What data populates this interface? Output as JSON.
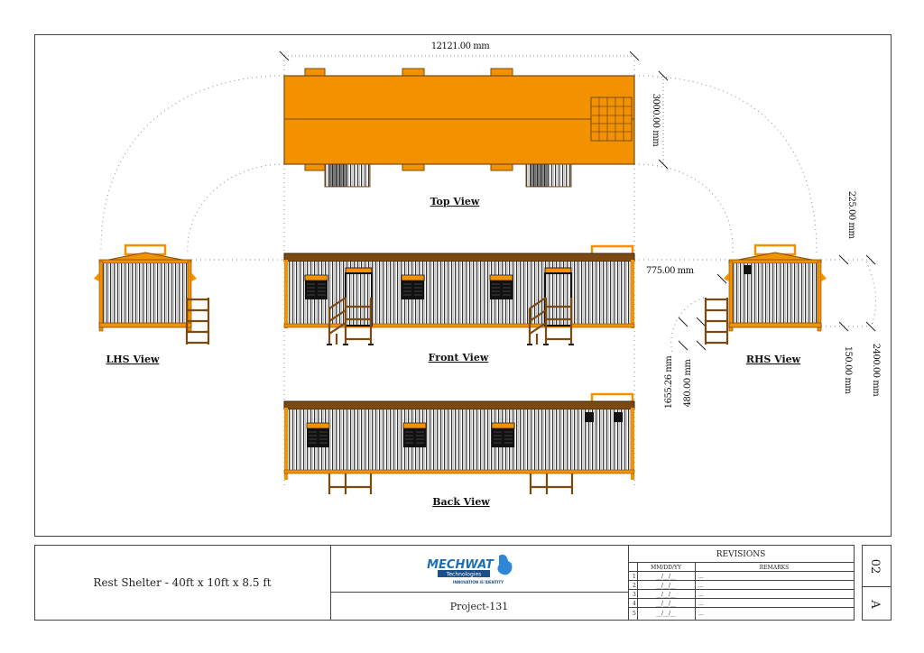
{
  "drawing": {
    "views": {
      "top": "Top View",
      "front": "Front View",
      "back": "Back View",
      "lhs": "LHS View",
      "rhs": "RHS View"
    },
    "dimensions": {
      "length": "12121.00 mm",
      "width": "3000.00 mm",
      "overhang": "775.00 mm",
      "roof": "225.00 mm",
      "stair_height": "1655.26 mm",
      "stair_step": "480.00 mm",
      "base": "150.00 mm",
      "height": "2400.00 mm"
    },
    "colors": {
      "body": "#F39200",
      "frame": "#7A4A12",
      "roof": "#6B3F12"
    }
  },
  "title_block": {
    "title": "Rest Shelter - 40ft x 10ft x 8.5 ft",
    "logo": {
      "name": "MECHWAT",
      "sub": "Technologies",
      "tagline": "INNOVATION IS IDENTITY"
    },
    "project": "Project-131",
    "revisions": {
      "heading": "REVISIONS",
      "date_header": "MM/DD/YY",
      "remarks_header": "REMARKS",
      "rows": [
        {
          "no": "1",
          "date": "__/__/__",
          "remarks": "..."
        },
        {
          "no": "2",
          "date": "__/__/__",
          "remarks": "..."
        },
        {
          "no": "3",
          "date": "__/__/__",
          "remarks": "..."
        },
        {
          "no": "4",
          "date": "__/__/__",
          "remarks": "..."
        },
        {
          "no": "5",
          "date": "__/__/__",
          "remarks": "..."
        }
      ]
    },
    "sheet": "02",
    "size": "A"
  }
}
